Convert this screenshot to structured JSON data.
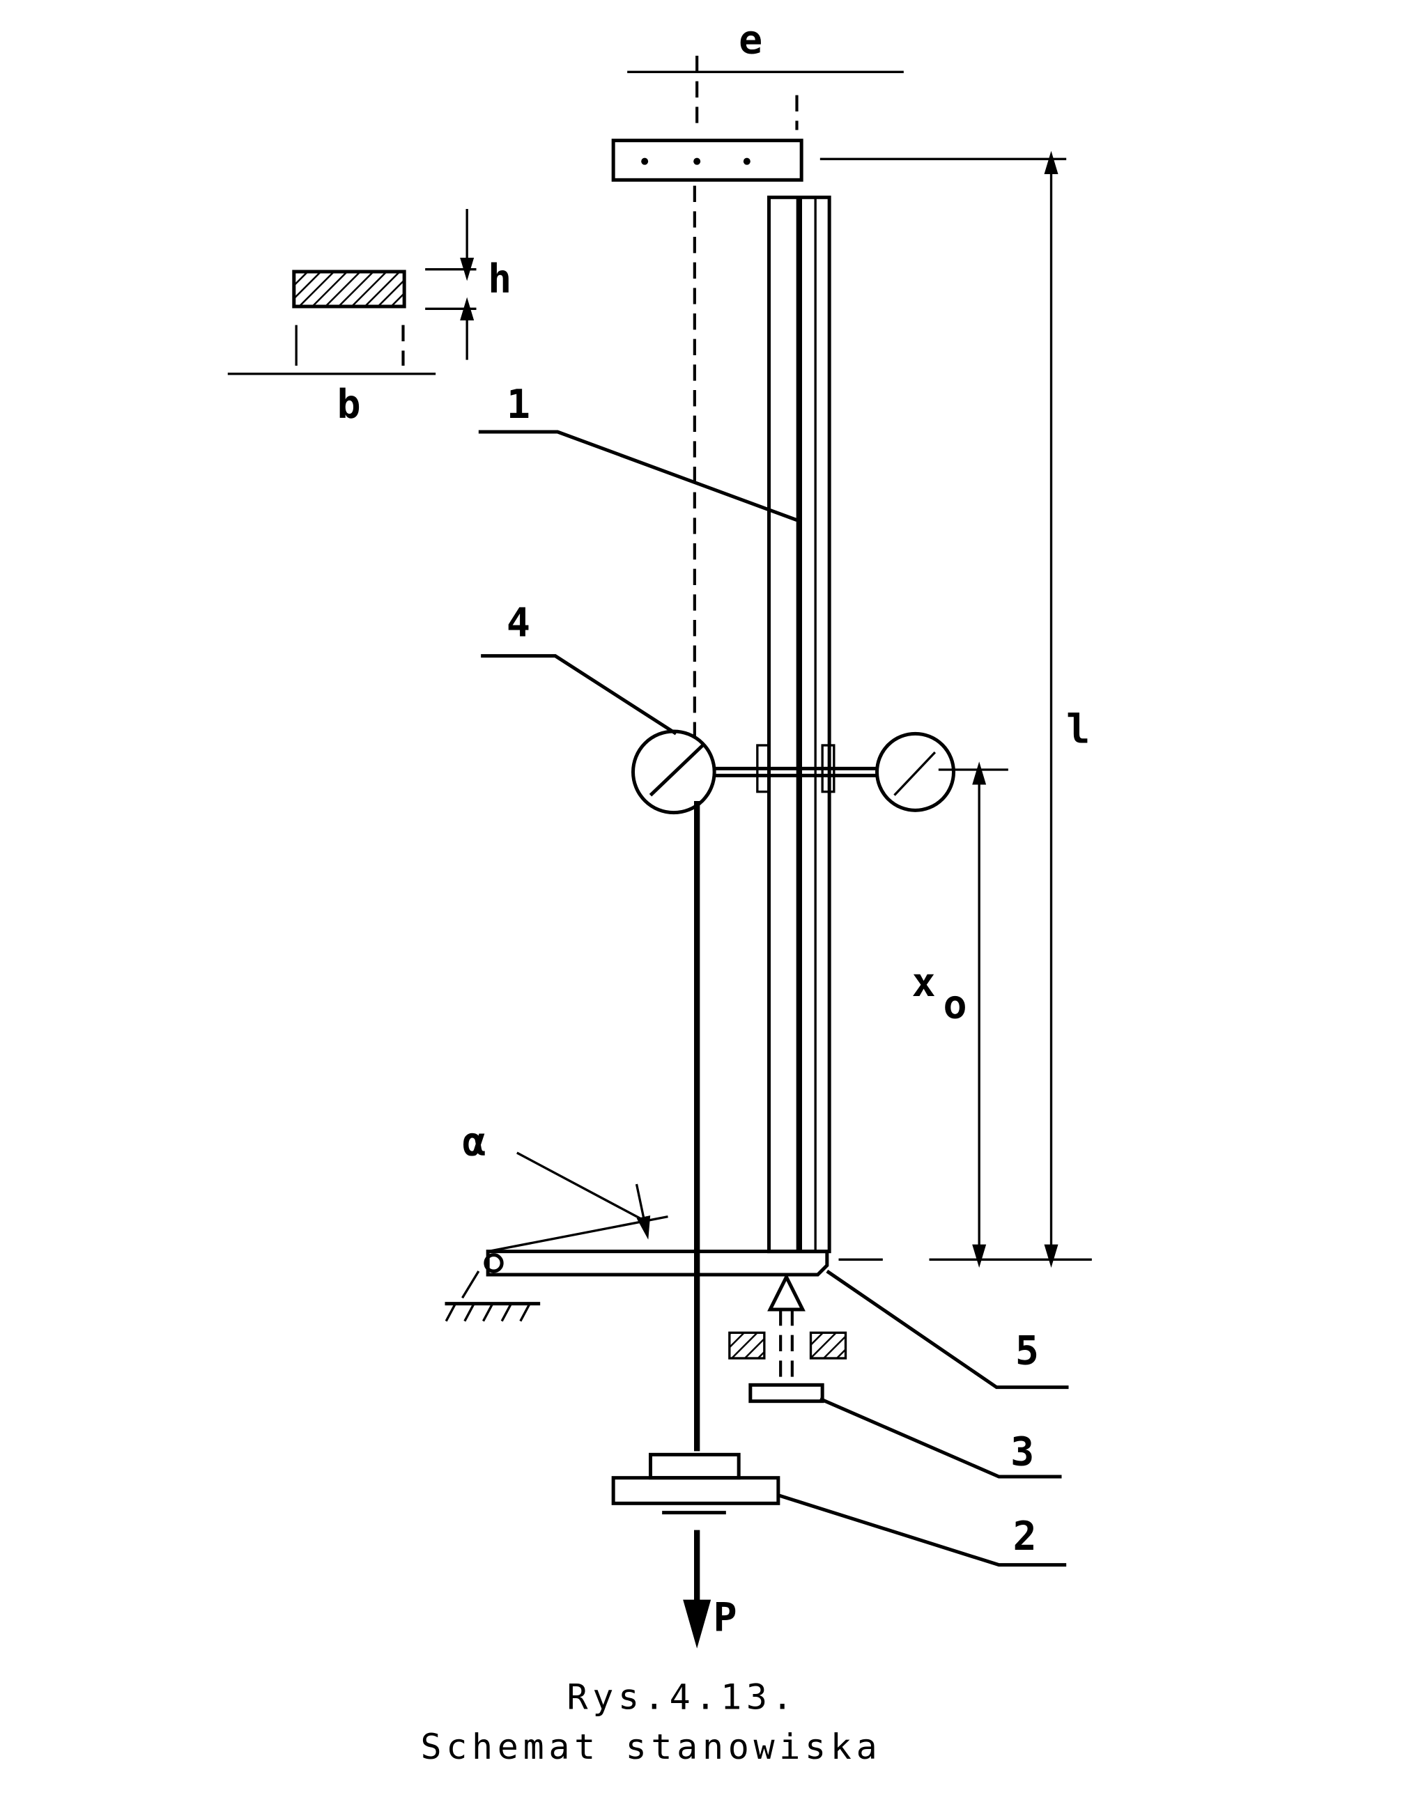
{
  "labels": {
    "e": "e",
    "h": "h",
    "b": "b",
    "l": "l",
    "x0_main": "x",
    "x0_sub": "o",
    "alpha": "α",
    "P": "P",
    "part1": "1",
    "part2": "2",
    "part3": "3",
    "part4": "4",
    "part5": "5"
  },
  "caption": {
    "figure_number": "Rys.4.13.",
    "title": "Schemat stanowiska"
  }
}
